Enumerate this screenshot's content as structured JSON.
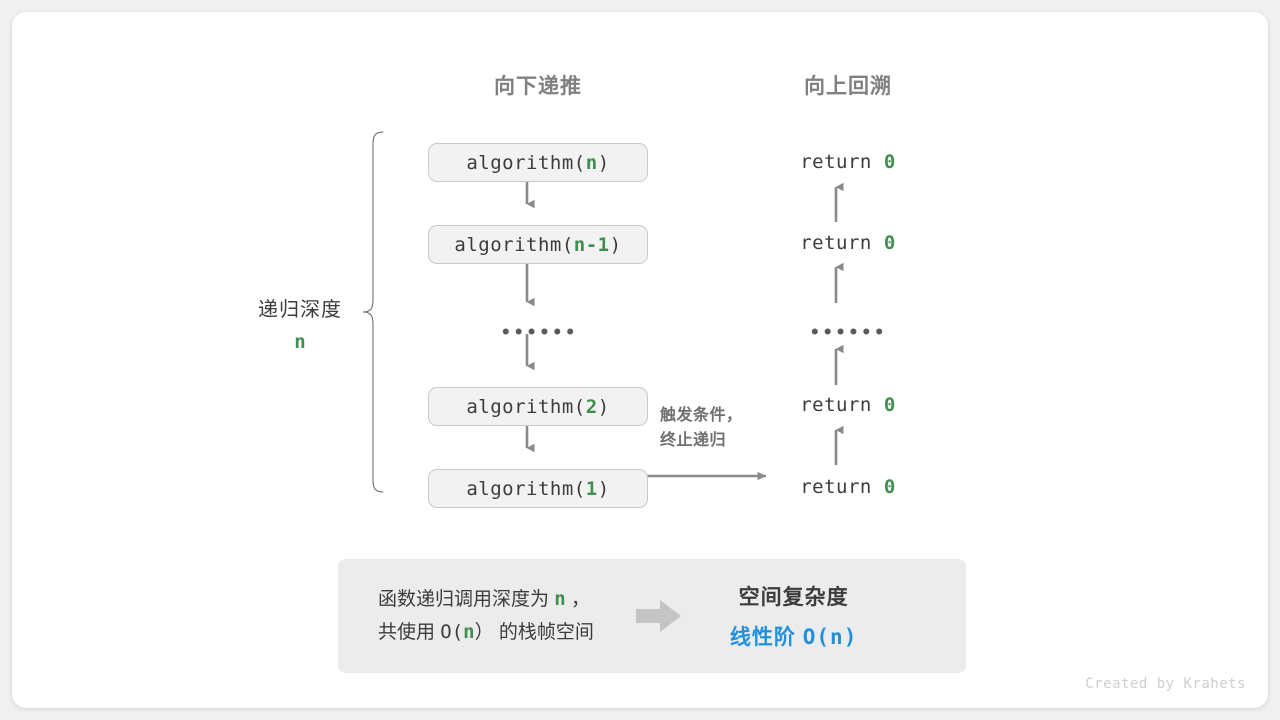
{
  "headers": {
    "down": "向下递推",
    "up": "向上回溯"
  },
  "call_stack": [
    {
      "prefix": "algorithm(",
      "arg": "n",
      "suffix": ")"
    },
    {
      "prefix": "algorithm(",
      "arg": "n-1",
      "suffix": ")"
    },
    {
      "prefix": "algorithm(",
      "arg": "2",
      "suffix": ")"
    },
    {
      "prefix": "algorithm(",
      "arg": "1",
      "suffix": ")"
    }
  ],
  "returns": [
    {
      "keyword": "return ",
      "value": "0"
    },
    {
      "keyword": "return ",
      "value": "0"
    },
    {
      "keyword": "return ",
      "value": "0"
    },
    {
      "keyword": "return ",
      "value": "0"
    }
  ],
  "ellipsis": "••••••",
  "depth": {
    "label": "递归深度",
    "value": "n"
  },
  "trigger_note": {
    "line1": "触发条件，",
    "line2": "终止递归"
  },
  "summary": {
    "left_line1_a": "函数递归调用深度为 ",
    "left_line1_n": "n",
    "left_line1_b": " ，",
    "left_line2_a": "共使用 ",
    "left_line2_o": "O(",
    "left_line2_n": "n",
    "left_line2_c": "）",
    "left_line2_b": " 的栈帧空间",
    "title": "空间复杂度",
    "value_text": "线性阶 ",
    "value_mono": "O(n)"
  },
  "credit": "Created by Krahets",
  "colors": {
    "green": "#3f8f4f",
    "blue": "#2291dd",
    "arrow_gray": "#8a8a8a",
    "box_fill": "#f2f2f2",
    "box_border": "#c9c9c9",
    "panel_fill": "#ececec",
    "header_gray": "#808080"
  }
}
